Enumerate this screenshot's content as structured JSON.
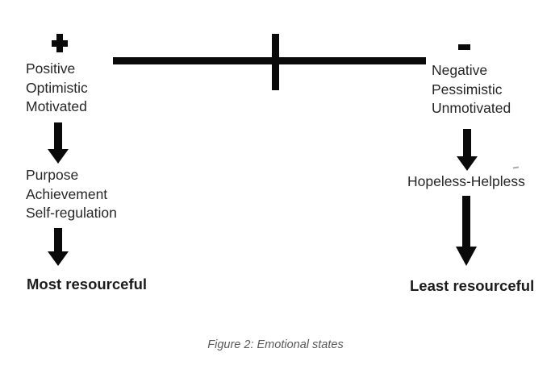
{
  "figure": {
    "caption": "Figure 2: Emotional states",
    "axis": {
      "positive_symbol": "plus",
      "negative_symbol": "minus"
    },
    "positive_side": {
      "states": [
        "Positive",
        "Optimistic",
        "Motivated"
      ],
      "drivers": [
        "Purpose",
        "Achievement",
        "Self-regulation"
      ],
      "outcome": "Most resourceful"
    },
    "negative_side": {
      "states": [
        "Negative",
        "Pessimistic",
        "Unmotivated"
      ],
      "drivers": [
        "Hopeless-Helpless"
      ],
      "outcome": "Least resourceful"
    },
    "colors": {
      "ink": "#0a0a0a",
      "text": "#262626",
      "caption": "#595959"
    }
  }
}
